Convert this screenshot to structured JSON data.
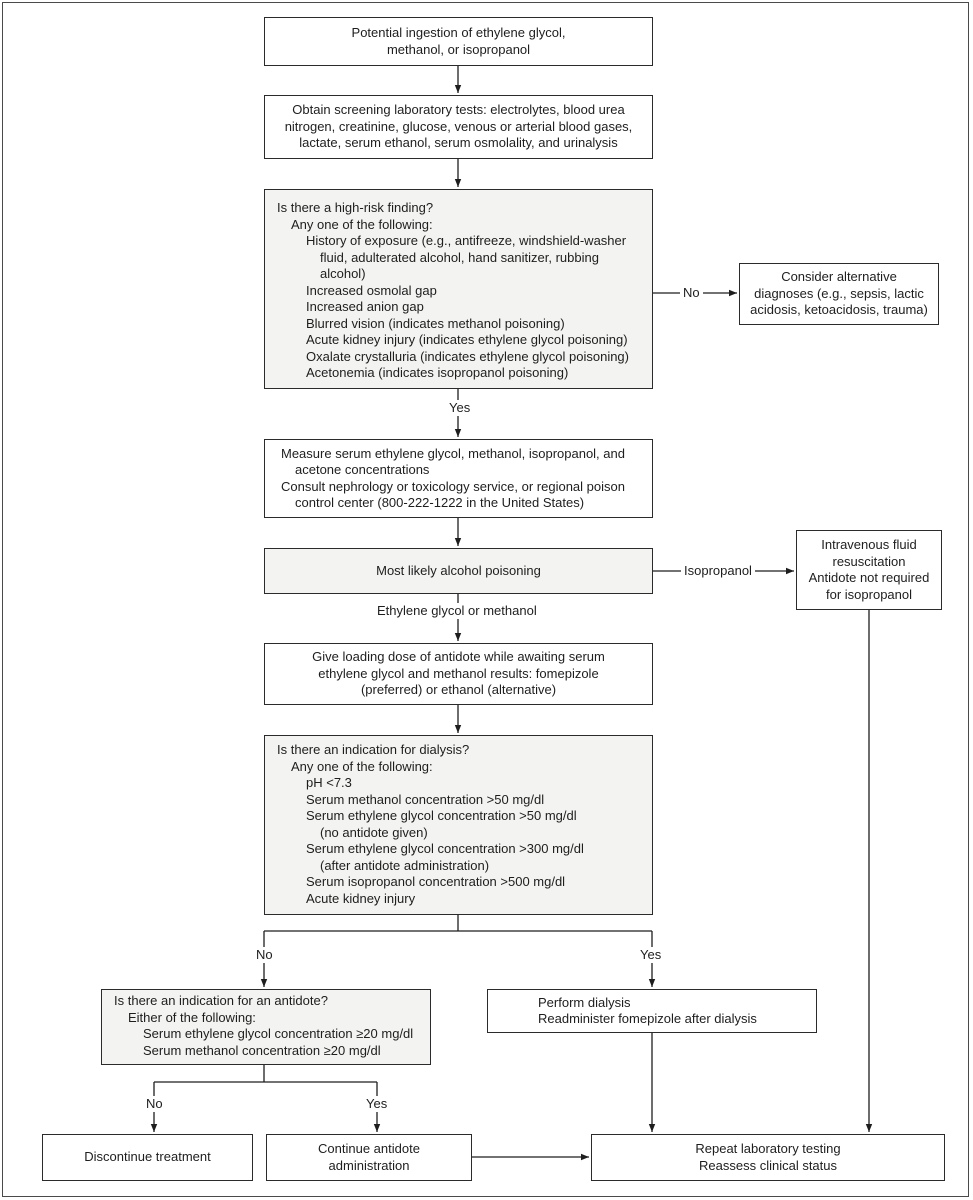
{
  "start": {
    "lines": [
      "Potential ingestion of ethylene glycol,",
      "methanol, or isopropanol"
    ]
  },
  "screening": {
    "lines": [
      "Obtain screening laboratory tests: electrolytes, blood urea",
      "nitrogen, creatinine, glucose, venous or arterial blood gases,",
      "lactate, serum ethanol, serum osmolality, and urinalysis"
    ]
  },
  "high_risk": {
    "question": "Is there a high-risk finding?",
    "intro": "Any one of the following:",
    "items": [
      "History of exposure (e.g., antifreeze, windshield-washer",
      "fluid, adulterated alcohol, hand sanitizer, rubbing",
      "alcohol)",
      "Increased osmolal gap",
      "Increased anion gap",
      "Blurred vision (indicates methanol poisoning)",
      "Acute kidney injury (indicates ethylene glycol poisoning)",
      "Oxalate crystalluria (indicates ethylene glycol poisoning)",
      "Acetonemia (indicates isopropanol poisoning)"
    ],
    "no_label": "No",
    "yes_label": "Yes"
  },
  "alternative": {
    "lines": [
      "Consider alternative",
      "diagnoses (e.g., sepsis, lactic",
      "acidosis, ketoacidosis, trauma)"
    ]
  },
  "measure": {
    "lines": [
      "Measure serum ethylene glycol, methanol, isopropanol, and",
      "acetone concentrations",
      "Consult nephrology or toxicology service, or regional poison",
      "control center (800-222-1222 in the United States)"
    ]
  },
  "likely": {
    "text": "Most likely alcohol poisoning",
    "iso_label": "Isopropanol",
    "eg_label": "Ethylene glycol or methanol"
  },
  "iv_fluid": {
    "lines": [
      "Intravenous fluid",
      "resuscitation",
      "Antidote not required",
      "for isopropanol"
    ]
  },
  "loading": {
    "lines": [
      "Give loading dose of antidote while awaiting serum",
      "ethylene glycol and methanol results: fomepizole",
      "(preferred) or ethanol (alternative)"
    ]
  },
  "dialysis_q": {
    "question": "Is there an indication for dialysis?",
    "intro": "Any one of the following:",
    "items": [
      "pH <7.3",
      "Serum methanol concentration >50 mg/dl",
      "Serum ethylene glycol concentration >50 mg/dl",
      "(no antidote given)",
      "Serum ethylene glycol concentration >300 mg/dl",
      "(after antidote administration)",
      "Serum isopropanol concentration >500 mg/dl",
      "Acute kidney injury"
    ],
    "no_label": "No",
    "yes_label": "Yes"
  },
  "antidote_q": {
    "question": "Is there an indication for an antidote?",
    "intro": "Either of the following:",
    "items": [
      "Serum ethylene glycol concentration ≥20 mg/dl",
      "Serum methanol concentration ≥20 mg/dl"
    ],
    "no_label": "No",
    "yes_label": "Yes"
  },
  "perform_dialysis": {
    "lines": [
      "Perform dialysis",
      "Readminister fomepizole after dialysis"
    ]
  },
  "discontinue": {
    "text": "Discontinue treatment"
  },
  "continue": {
    "lines": [
      "Continue antidote",
      "administration"
    ]
  },
  "repeat": {
    "lines": [
      "Repeat laboratory testing",
      "Reassess clinical status"
    ]
  }
}
